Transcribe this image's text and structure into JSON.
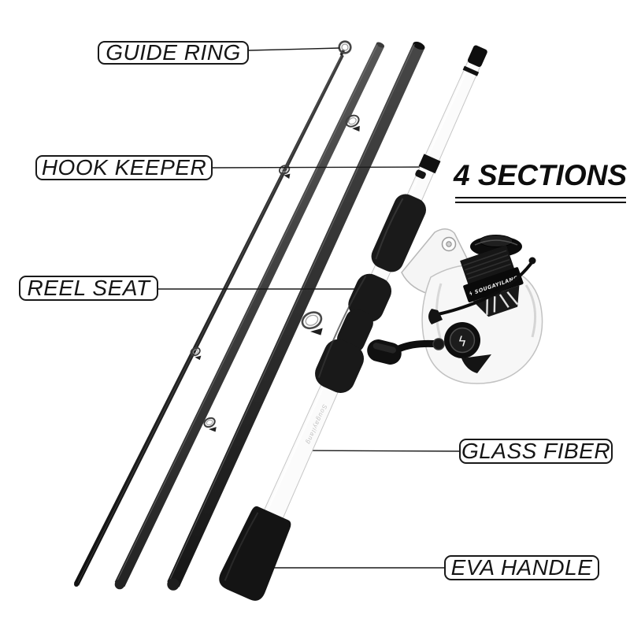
{
  "title": {
    "text": "4 SECTIONS"
  },
  "labels": {
    "guide_ring": "GUIDE RING",
    "hook_keeper": "HOOK KEEPER",
    "reel_seat": "REEL SEAT",
    "glass_fiber": "GLASS FIBER",
    "eva_handle": "EVA HANDLE"
  },
  "reel": {
    "brand": "ϟ SOUGAYILANG",
    "knob_glyph": "ϟ"
  },
  "rod": {
    "blank_text": "Sougayilang",
    "sections_count": "4"
  },
  "colors": {
    "background": "#ffffff",
    "leader_line": "#1a1a1a",
    "label_border": "#191919",
    "dark_blank": "#2e2e2e",
    "white_blank": "#fbfbfb",
    "grip_black": "#161616"
  }
}
